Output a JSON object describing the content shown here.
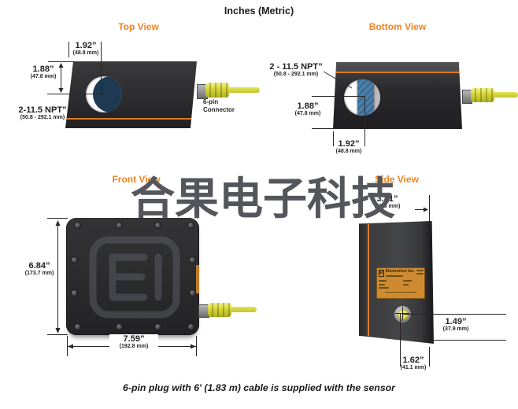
{
  "page": {
    "title": "Inches (Metric)",
    "caption": "6-pin plug with 6' (1.83 m) cable is supplied with the sensor",
    "watermark": "合果电子科技"
  },
  "colors": {
    "accent_orange": "#F5821F",
    "device_line_orange": "#DD7A29",
    "body_dark": "#2B2B2D",
    "hole_navy": "#1D3A52",
    "hole_steel_blue": "#4E81AB",
    "cable_yellow": "#D3D535",
    "watermark_gray": "#54565B"
  },
  "views": {
    "top": {
      "title": "Top View",
      "d1_in": "1.92”",
      "d1_mm": "(48.8 mm)",
      "d2_in": "1.88”",
      "d2_mm": "(47.8 mm)",
      "npt_in": "2-11.5 NPT”",
      "npt_mm": "(50.8 - 292.1 mm)",
      "conn1": "6-pin",
      "conn2": "Connector"
    },
    "bottom": {
      "title": "Bottom View",
      "npt_in": "2 - 11.5 NPT”",
      "npt_mm": "(50.8 - 292.1 mm)",
      "d2_in": "1.88”",
      "d2_mm": "(47.8 mm)",
      "d1_in": "1.92”",
      "d1_mm": "(48.8 mm)"
    },
    "front": {
      "title": "Front View",
      "h_in": "6.84”",
      "h_mm": "(173.7 mm)",
      "w_in": "7.59”",
      "w_mm": "(192.8 mm)"
    },
    "side": {
      "title": "Side View",
      "w_in": "3.81”",
      "w_mm": "(96.8 mm)",
      "d1_in": "1.49”",
      "d1_mm": "(37.9 mm)",
      "d2_in": "1.62”",
      "d2_mm": "(41.1 mm)",
      "plate_logo": "EI",
      "plate_brand": "Electronics Inc."
    }
  }
}
